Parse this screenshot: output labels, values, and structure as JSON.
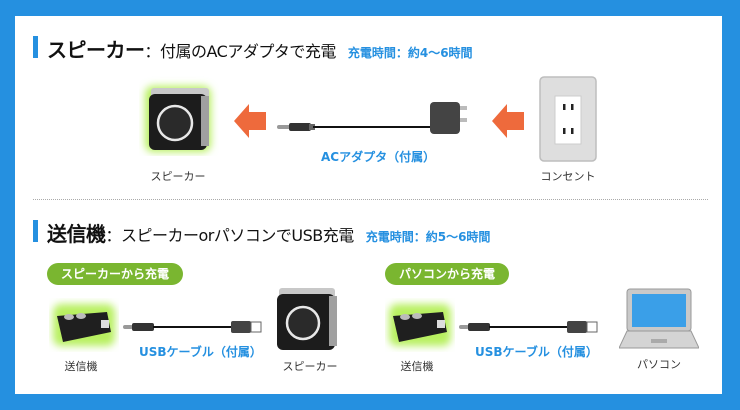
{
  "section1": {
    "title_main": "スピーカー",
    "title_sub": "：付属のACアダプタで充電",
    "charge_time": "充電時間：約4〜6時間",
    "speaker_label": "スピーカー",
    "adapter_label": "ACアダプタ（付属）",
    "outlet_label": "コンセント"
  },
  "section2": {
    "title_main": "送信機",
    "title_sub": "：スピーカーorパソコンでUSB充電",
    "charge_time": "充電時間：約5〜6時間",
    "left": {
      "pill": "スピーカーから充電",
      "transmitter_label": "送信機",
      "cable_label": "USBケーブル（付属）",
      "speaker_label": "スピーカー"
    },
    "right": {
      "pill": "パソコンから充電",
      "transmitter_label": "送信機",
      "cable_label": "USBケーブル（付属）",
      "pc_label": "パソコン"
    }
  },
  "colors": {
    "frame": "#2590e0",
    "accent_blue": "#2590e0",
    "arrow_orange": "#ee6a3c",
    "pill_green": "#7ab630",
    "glow_green": "#b8f060"
  }
}
